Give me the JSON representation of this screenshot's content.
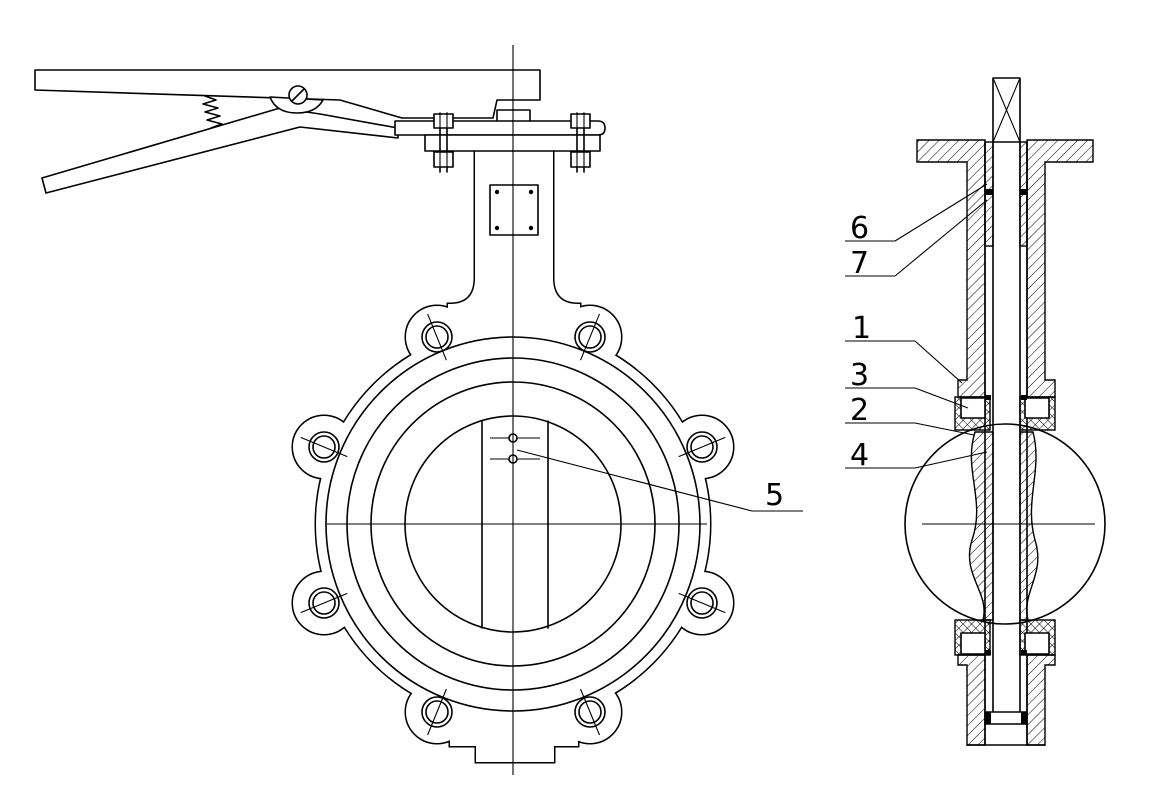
{
  "callouts": [
    "6",
    "7",
    "1",
    "3",
    "2",
    "4",
    "5"
  ],
  "colors": {
    "line": "#000000",
    "background": "#ffffff"
  }
}
